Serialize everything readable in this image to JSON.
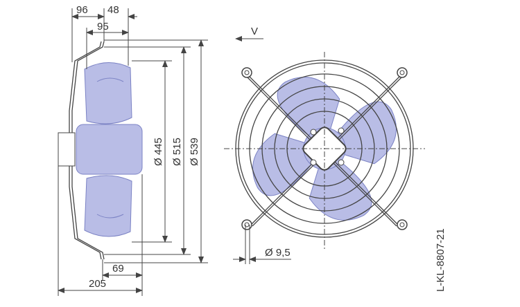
{
  "title": "Axial fan dimension drawing",
  "dimensions": {
    "d96": "96",
    "d48": "48",
    "d95": "95",
    "d445": "Ø 445",
    "d515": "Ø 515",
    "d539": "Ø 539",
    "d69": "69",
    "d205": "205",
    "hole": "Ø 9,5"
  },
  "airflow_label": "V",
  "drawing_number": "L-KL-8807-21",
  "colors": {
    "blade": "#b9bde6",
    "line": "#444444"
  }
}
